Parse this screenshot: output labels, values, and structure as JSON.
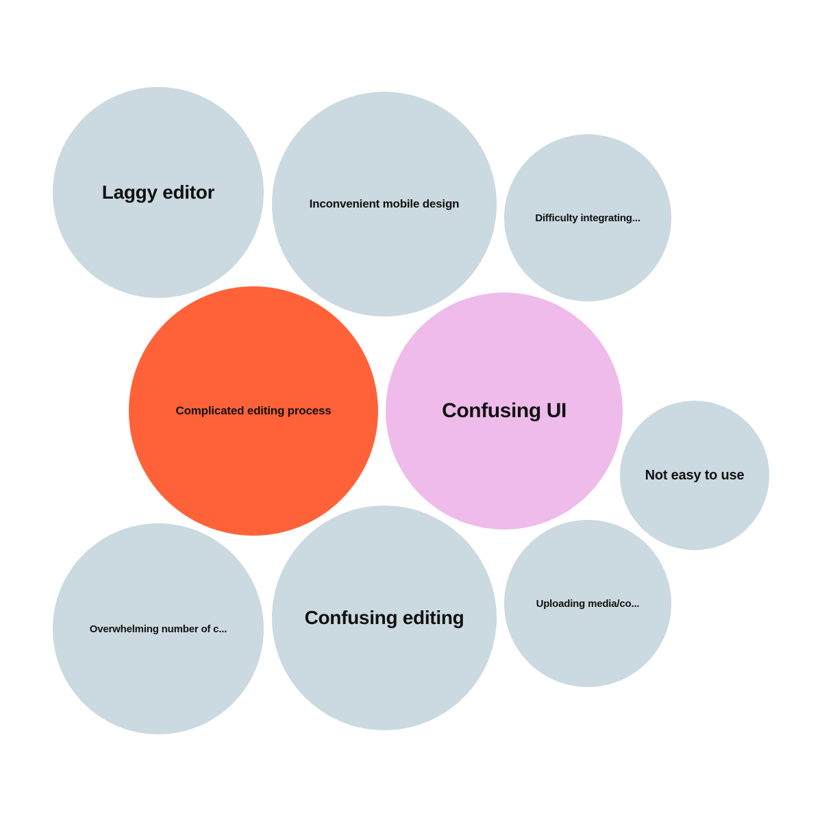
{
  "colors": {
    "neutral": "#cbd9e0",
    "highlight": "#ff6238",
    "accent": "#eebbea",
    "label": "#111111",
    "background": "#ffffff"
  },
  "bubbles": [
    {
      "label": "Laggy editor",
      "theme": "neutral"
    },
    {
      "label": "Inconvenient mobile design",
      "theme": "neutral"
    },
    {
      "label": "Difficulty integrating...",
      "theme": "neutral"
    },
    {
      "label": "Complicated editing process",
      "theme": "highlight"
    },
    {
      "label": "Confusing UI",
      "theme": "accent"
    },
    {
      "label": "Not easy to use",
      "theme": "neutral"
    },
    {
      "label": "Overwhelming number of c...",
      "theme": "neutral"
    },
    {
      "label": "Confusing editing",
      "theme": "neutral"
    },
    {
      "label": "Uploading media/co...",
      "theme": "neutral"
    }
  ]
}
